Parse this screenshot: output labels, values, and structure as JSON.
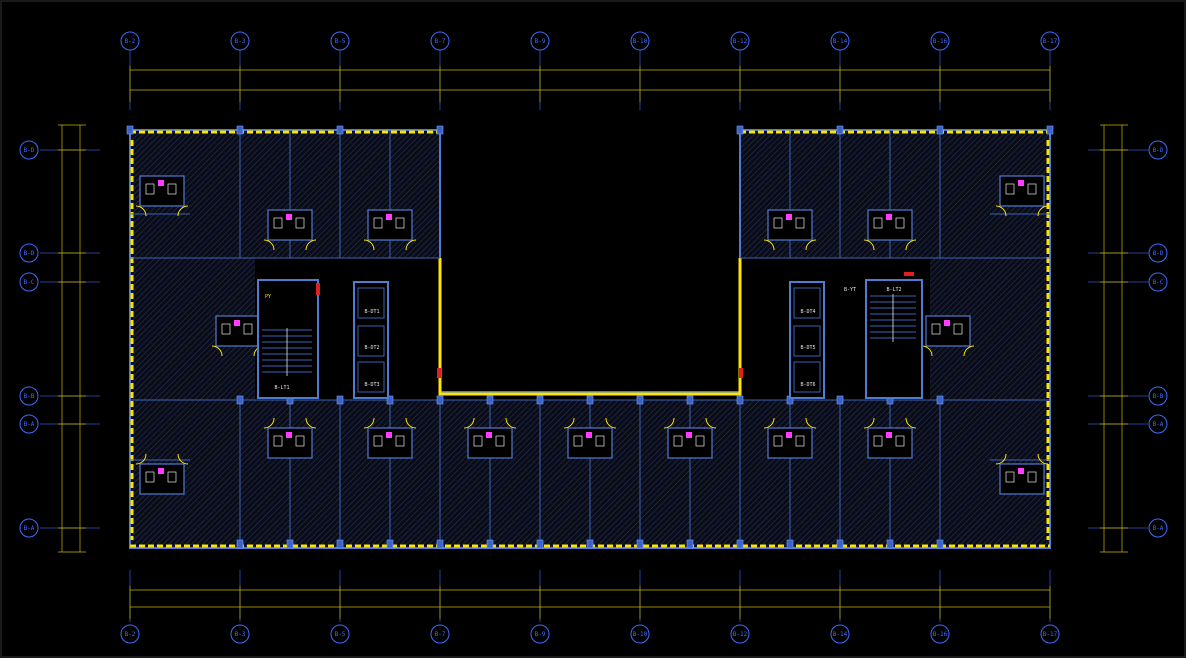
{
  "grid_columns": [
    "B-2",
    "B-3",
    "B-5",
    "B-7",
    "B-9",
    "B-10",
    "B-12",
    "B-14",
    "B-16",
    "B-17"
  ],
  "grid_rows": [
    "B-D",
    "B-D",
    "B-C",
    "B-B",
    "B-A",
    "B-A"
  ],
  "room_labels": {
    "left_stair": "B-LT1",
    "left_shaft": "PY",
    "left_elev_1": "B-DT1",
    "left_elev_2": "B-DT2",
    "left_elev_3": "B-DT3",
    "right_stair": "B-LT2",
    "right_shaft": "B-YT",
    "right_elev_1": "B-DT4",
    "right_elev_2": "B-DT5",
    "right_elev_3": "B-DT6"
  },
  "colors": {
    "background": "#000000",
    "grid": "#3d6bff",
    "wall": "#4f7bd1",
    "highlight": "#ffe400",
    "dimension": "#c8b400",
    "accent": "#ff3cff",
    "alert": "#e02020"
  }
}
